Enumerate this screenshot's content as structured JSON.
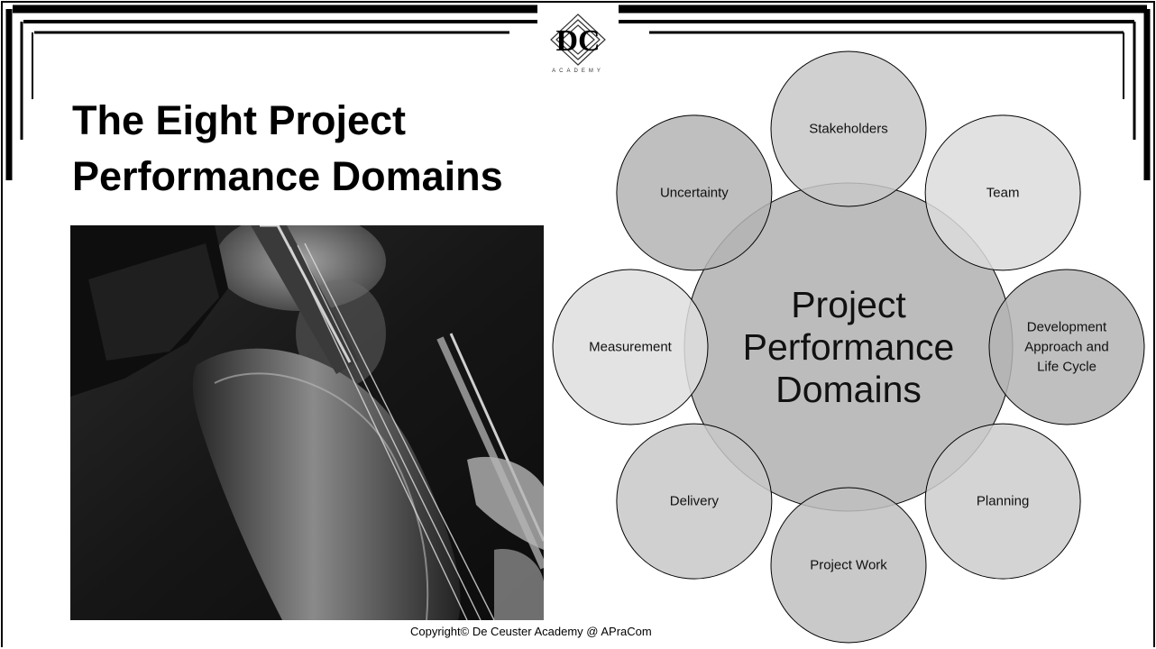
{
  "slide": {
    "title_line1": "The Eight Project",
    "title_line2": "Performance Domains",
    "copyright": "Copyright© De Ceuster Academy @ APraCom"
  },
  "logo": {
    "mark": "DC",
    "subtitle": "ACADEMY",
    "icon": "dc-academy-logo-icon"
  },
  "photo": {
    "subject": "cello-player-photo"
  },
  "diagram": {
    "center_label": [
      "Project",
      "Performance",
      "Domains"
    ],
    "domains": [
      {
        "label": [
          "Stakeholders"
        ]
      },
      {
        "label": [
          "Team"
        ]
      },
      {
        "label": [
          "Development",
          "Approach and",
          "Life Cycle"
        ]
      },
      {
        "label": [
          "Planning"
        ]
      },
      {
        "label": [
          "Project Work"
        ]
      },
      {
        "label": [
          "Delivery"
        ]
      },
      {
        "label": [
          "Measurement"
        ]
      },
      {
        "label": [
          "Uncertainty"
        ]
      }
    ],
    "colors": {
      "center_fill": "#a6a6a6",
      "circle_stroke": "#000000",
      "domain_fills": [
        "#c8c8c8",
        "#dcdcdc",
        "#b4b4b4",
        "#cccccc",
        "#c0c0c0",
        "#c8c8c8",
        "#dedede",
        "#b4b4b4"
      ]
    }
  }
}
